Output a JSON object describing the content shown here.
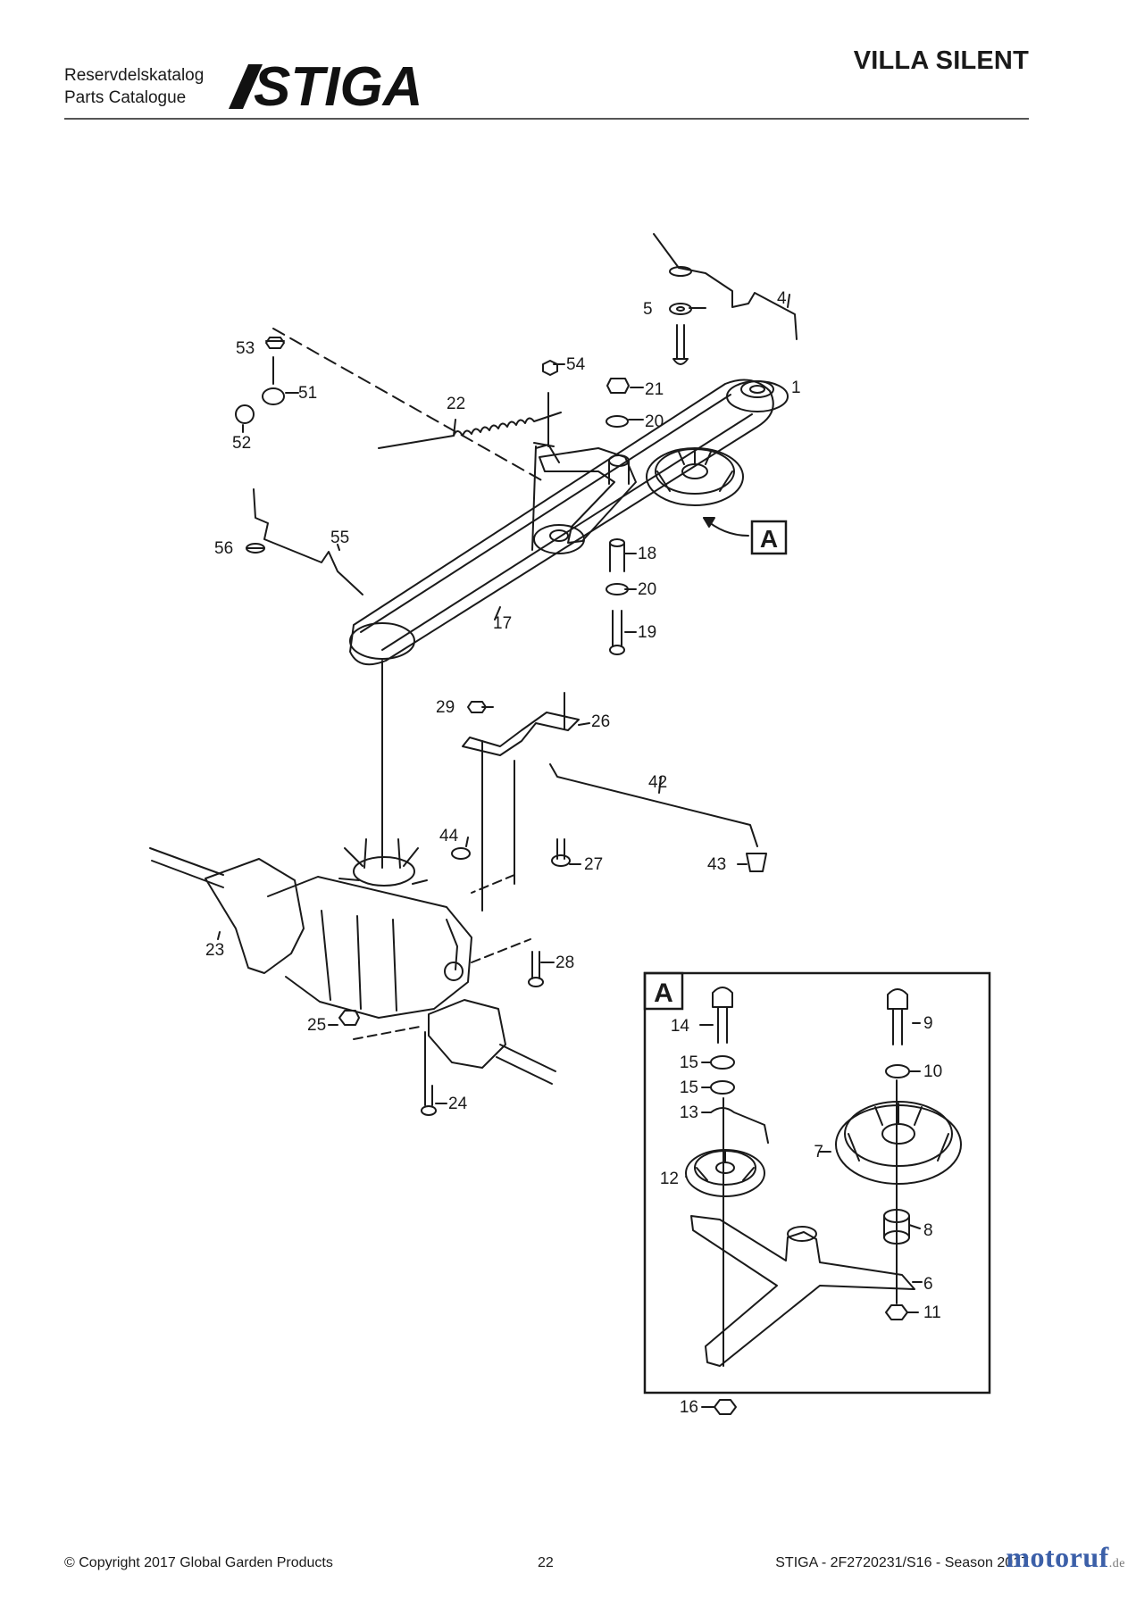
{
  "header": {
    "catalog_sv": "Reservdelskatalog",
    "catalog_en": "Parts Catalogue",
    "logo_text": "STIGA",
    "model": "VILLA SILENT"
  },
  "callouts": {
    "p1": "1",
    "p4": "4",
    "p5": "5",
    "p51": "51",
    "p52": "52",
    "p53": "53",
    "p54": "54",
    "p21": "21",
    "p20a": "20",
    "p22": "22",
    "p18": "18",
    "p20b": "20",
    "p19": "19",
    "p55": "55",
    "p56": "56",
    "p17": "17",
    "p29": "29",
    "p26": "26",
    "p42": "42",
    "p44": "44",
    "p27": "27",
    "p43": "43",
    "p23": "23",
    "p28": "28",
    "p25": "25",
    "p24": "24",
    "pA": "A"
  },
  "detail_a": {
    "label": "A",
    "p14": "14",
    "p9": "9",
    "p15a": "15",
    "p10": "10",
    "p15b": "15",
    "p13": "13",
    "p7": "7",
    "p12": "12",
    "p8": "8",
    "p6": "6",
    "p11": "11",
    "p16": "16"
  },
  "footer": {
    "copyright": "© Copyright 2017 Global Garden Products",
    "page": "22",
    "doc": "STIGA - 2F2720231/S16 - Season 2017"
  },
  "watermark": {
    "name": "motoruf",
    "tld": ".de"
  },
  "colors": {
    "ink": "#1a1a1a",
    "watermark": "#3b5fa8"
  }
}
